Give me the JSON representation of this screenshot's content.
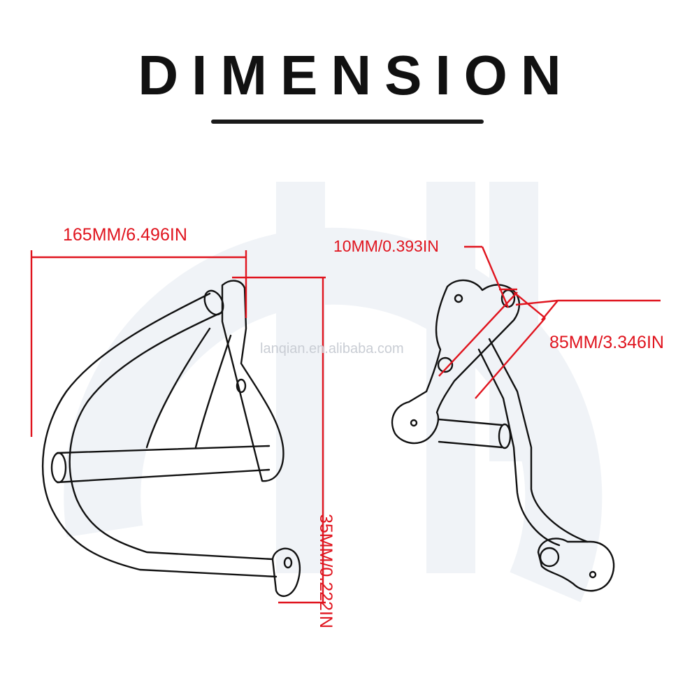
{
  "header": {
    "title": "DIMENSION"
  },
  "dimensions": {
    "width_label": "165MM/6.496IN",
    "height_label": "35MM/0.222IN",
    "hole_label": "10MM/0.393IN",
    "center_label": "85MM/3.346IN"
  },
  "watermark": {
    "text": "lanqian.en.alibaba.com"
  },
  "colors": {
    "dimension_lines": "#e0141e",
    "outline": "#111111",
    "watermark": "#e8edf3"
  }
}
